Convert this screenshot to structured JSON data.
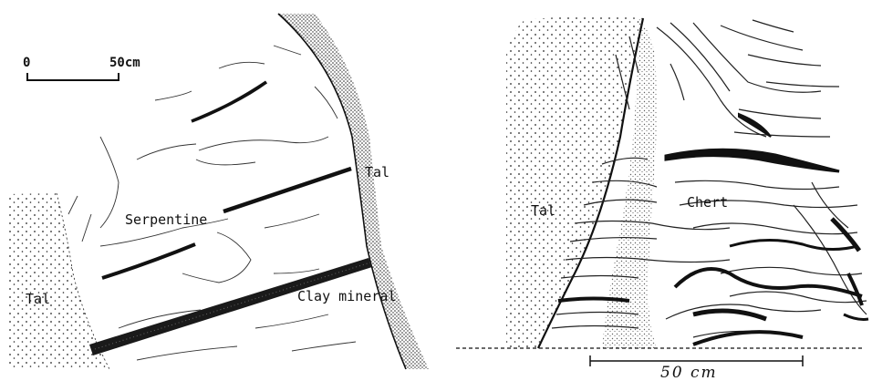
{
  "left_figure": {
    "scale": {
      "start_label": "0",
      "end_label": "50cm"
    },
    "labels": {
      "tal_left": "Tal",
      "tal_right": "Tal",
      "serpentine": "Serpentine",
      "clay": "Clay mineral"
    }
  },
  "right_figure": {
    "labels": {
      "tal": "Tal",
      "chert": "Chert"
    },
    "scale": {
      "label": "50 cm"
    }
  }
}
